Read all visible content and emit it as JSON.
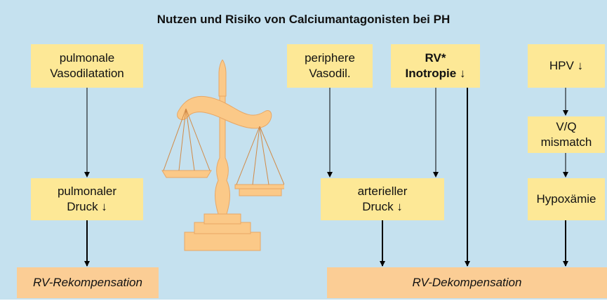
{
  "title": "Nutzen und Risiko von Calciumantagonisten bei PH",
  "left": {
    "vasodilatation": {
      "line1": "pulmonale",
      "line2": "Vasodilatation"
    },
    "druck": {
      "line1": "pulmonaler",
      "line2": "Druck ↓"
    },
    "result": "RV-Rekompensation"
  },
  "right": {
    "peripher": {
      "line1": "periphere",
      "line2": "Vasodil."
    },
    "rv": {
      "line1": "RV*",
      "line2": "Inotropie ↓"
    },
    "hpv": "HPV ↓",
    "vq": {
      "line1": "V/Q",
      "line2": "mismatch"
    },
    "arteriell": {
      "line1": "arterieller",
      "line2": "Druck ↓"
    },
    "hypox": "Hypoxämie",
    "result": "RV-Dekompensation"
  },
  "colors": {
    "background": "#c5e1ef",
    "box": "#fde896",
    "result": "#fbcd95",
    "scale": "#fbc988"
  },
  "icons": [
    "scale-icon"
  ]
}
